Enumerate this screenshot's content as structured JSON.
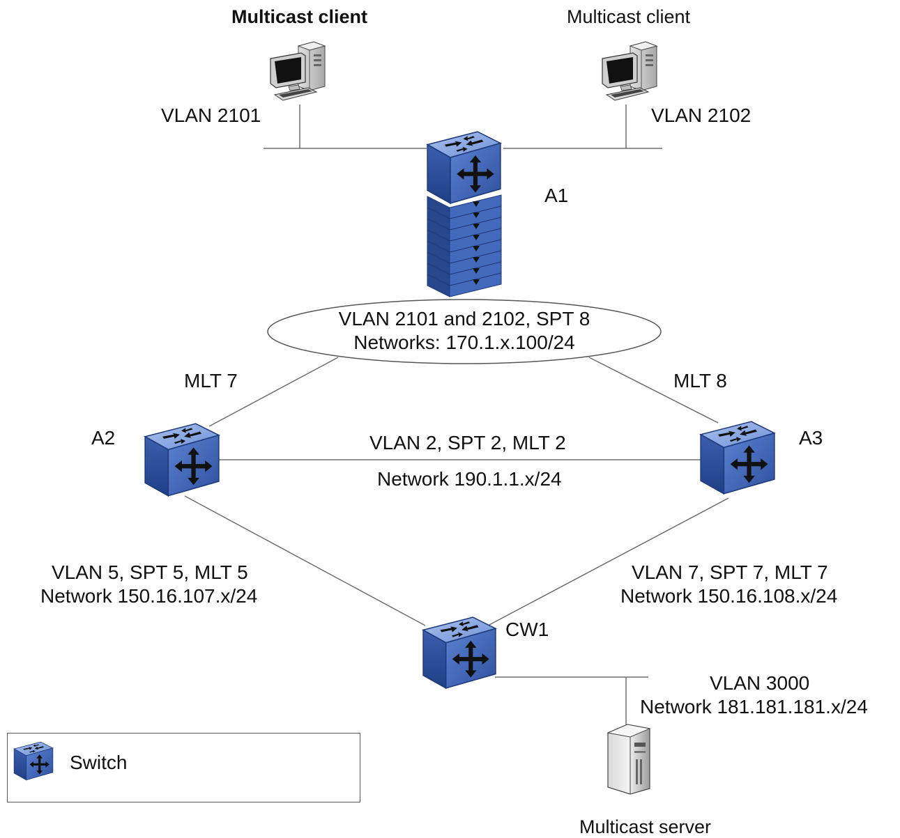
{
  "clients": {
    "left_title": "Multicast client",
    "right_title": "Multicast client",
    "left_vlan": "VLAN 2101",
    "right_vlan": "VLAN 2102"
  },
  "switches": {
    "a1": "A1",
    "a2": "A2",
    "a3": "A3",
    "cw1": "CW1"
  },
  "ellipse": {
    "line1": "VLAN 2101 and 2102, SPT 8",
    "line2": "Networks: 170.1.x.100/24"
  },
  "links": {
    "mlt7": "MLT 7",
    "mlt8": "MLT 8",
    "a2_a3_line1": "VLAN 2, SPT 2, MLT 2",
    "a2_a3_line2": "Network 190.1.1.x/24",
    "a2_cw1_line1": "VLAN 5, SPT 5, MLT 5",
    "a2_cw1_line2": "Network 150.16.107.x/24",
    "a3_cw1_line1": "VLAN 7, SPT 7, MLT 7",
    "a3_cw1_line2": "Network 150.16.108.x/24"
  },
  "server": {
    "vlan": "VLAN 3000",
    "network": "Network 181.181.181.x/24",
    "title": "Multicast server"
  },
  "legend": {
    "switch_label": "Switch"
  },
  "colors": {
    "switch_front": "#3d64b4",
    "switch_top": "#7f9fde",
    "switch_side": "#2a4a92",
    "line": "#6e6e6e"
  }
}
